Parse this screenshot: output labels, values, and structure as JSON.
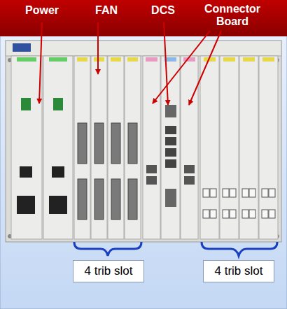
{
  "diagram": {
    "nodes": [
      {
        "text": [
          "4 trib slot"
        ]
      },
      {
        "text": [
          "4 trib slot"
        ]
      }
    ],
    "labels": [
      "Power",
      "FAN",
      "DCS",
      "Connector Board"
    ]
  }
}
